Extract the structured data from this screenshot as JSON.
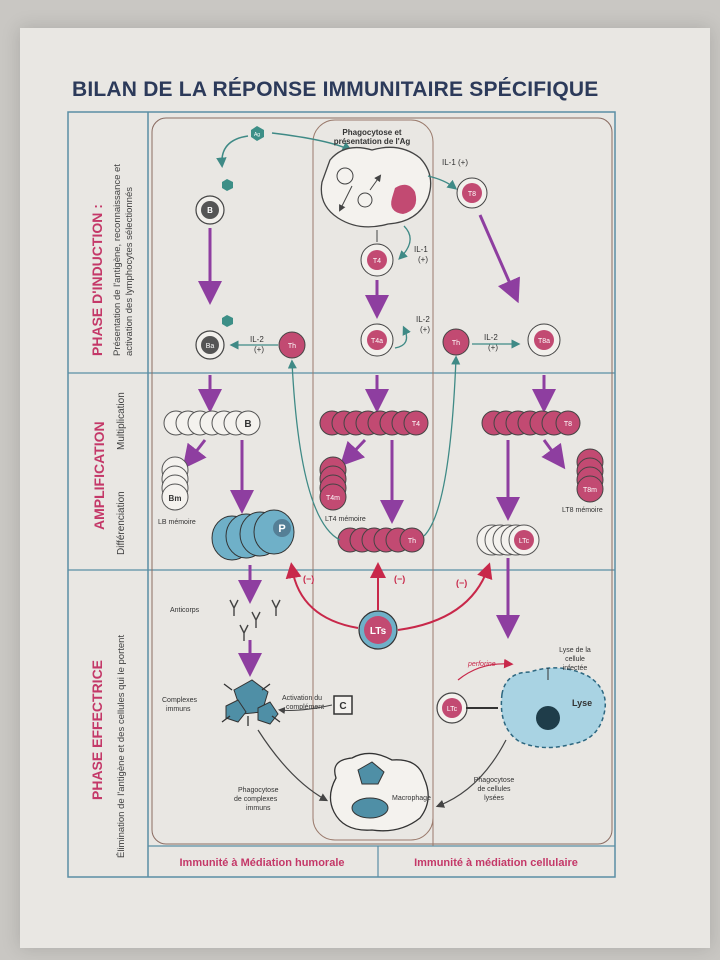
{
  "title": "BILAN DE LA RÉPONSE IMMUNITAIRE SPÉCIFIQUE",
  "phases": [
    {
      "name": "PHASE D'INDUCTION :",
      "desc1": "Présentation de l'antigène, reconnaissance et",
      "desc2": "activation des lymphocytes sélectionnés"
    },
    {
      "name": "AMPLIFICATION",
      "desc1": "Différenciation",
      "desc2": "Multiplication"
    },
    {
      "name": "PHASE EFFECTRICE",
      "desc1": "Élimination de l'antigène et des cellules qui le portent",
      "desc2": ""
    }
  ],
  "labels": {
    "phagocytose_presentation_1": "Phagocytose et",
    "phagocytose_presentation_2": "présentation de l'Ag",
    "ag": "Ag",
    "il1_plus": "IL-1 (+)",
    "il1": "IL-1",
    "plus": "(+)",
    "il2": "IL-2",
    "minus": "(−)",
    "lb_memoire": "LB mémoire",
    "lt4_memoire": "LT4 mémoire",
    "lt8_memoire": "LT8 mémoire",
    "anticorps": "Anticorps",
    "complexes_1": "Complexes",
    "complexes_2": "immuns",
    "activation_1": "Activation du",
    "activation_2": "complément",
    "c": "C",
    "lyse_cellule_1": "Lyse de la",
    "lyse_cellule_2": "cellule",
    "lyse_cellule_3": "infectée",
    "lyse": "Lyse",
    "perforine": "perforine",
    "phago_complexes_1": "Phagocytose",
    "phago_complexes_2": "de complexes",
    "phago_complexes_3": "immuns",
    "macrophage": "Macrophage",
    "phago_cellules_1": "Phagocytose",
    "phago_cellules_2": "de cellules",
    "phago_cellules_3": "lysées"
  },
  "cells": {
    "B": "B",
    "Ba": "Ba",
    "Bm": "Bm",
    "P": "P",
    "T4": "T4",
    "T8": "T8",
    "T4a": "T4a",
    "T8a": "T8a",
    "Th": "Th",
    "T4m": "T4m",
    "T8m": "T8m",
    "LTc": "LTc",
    "LTs": "LTs"
  },
  "footer": {
    "humoral": "Immunité à Médiation humorale",
    "cellular": "Immunité à médiation cellulaire"
  },
  "colors": {
    "cell_pink": "#c24a72",
    "arrow_purple": "#8e3ea0",
    "plasmocyte_blue": "#6fb0c8",
    "teal_arrow": "#3f8a86",
    "frame_blue": "#5a8ea5",
    "red_line": "#c8284a",
    "title_navy": "#2c3a5a"
  }
}
